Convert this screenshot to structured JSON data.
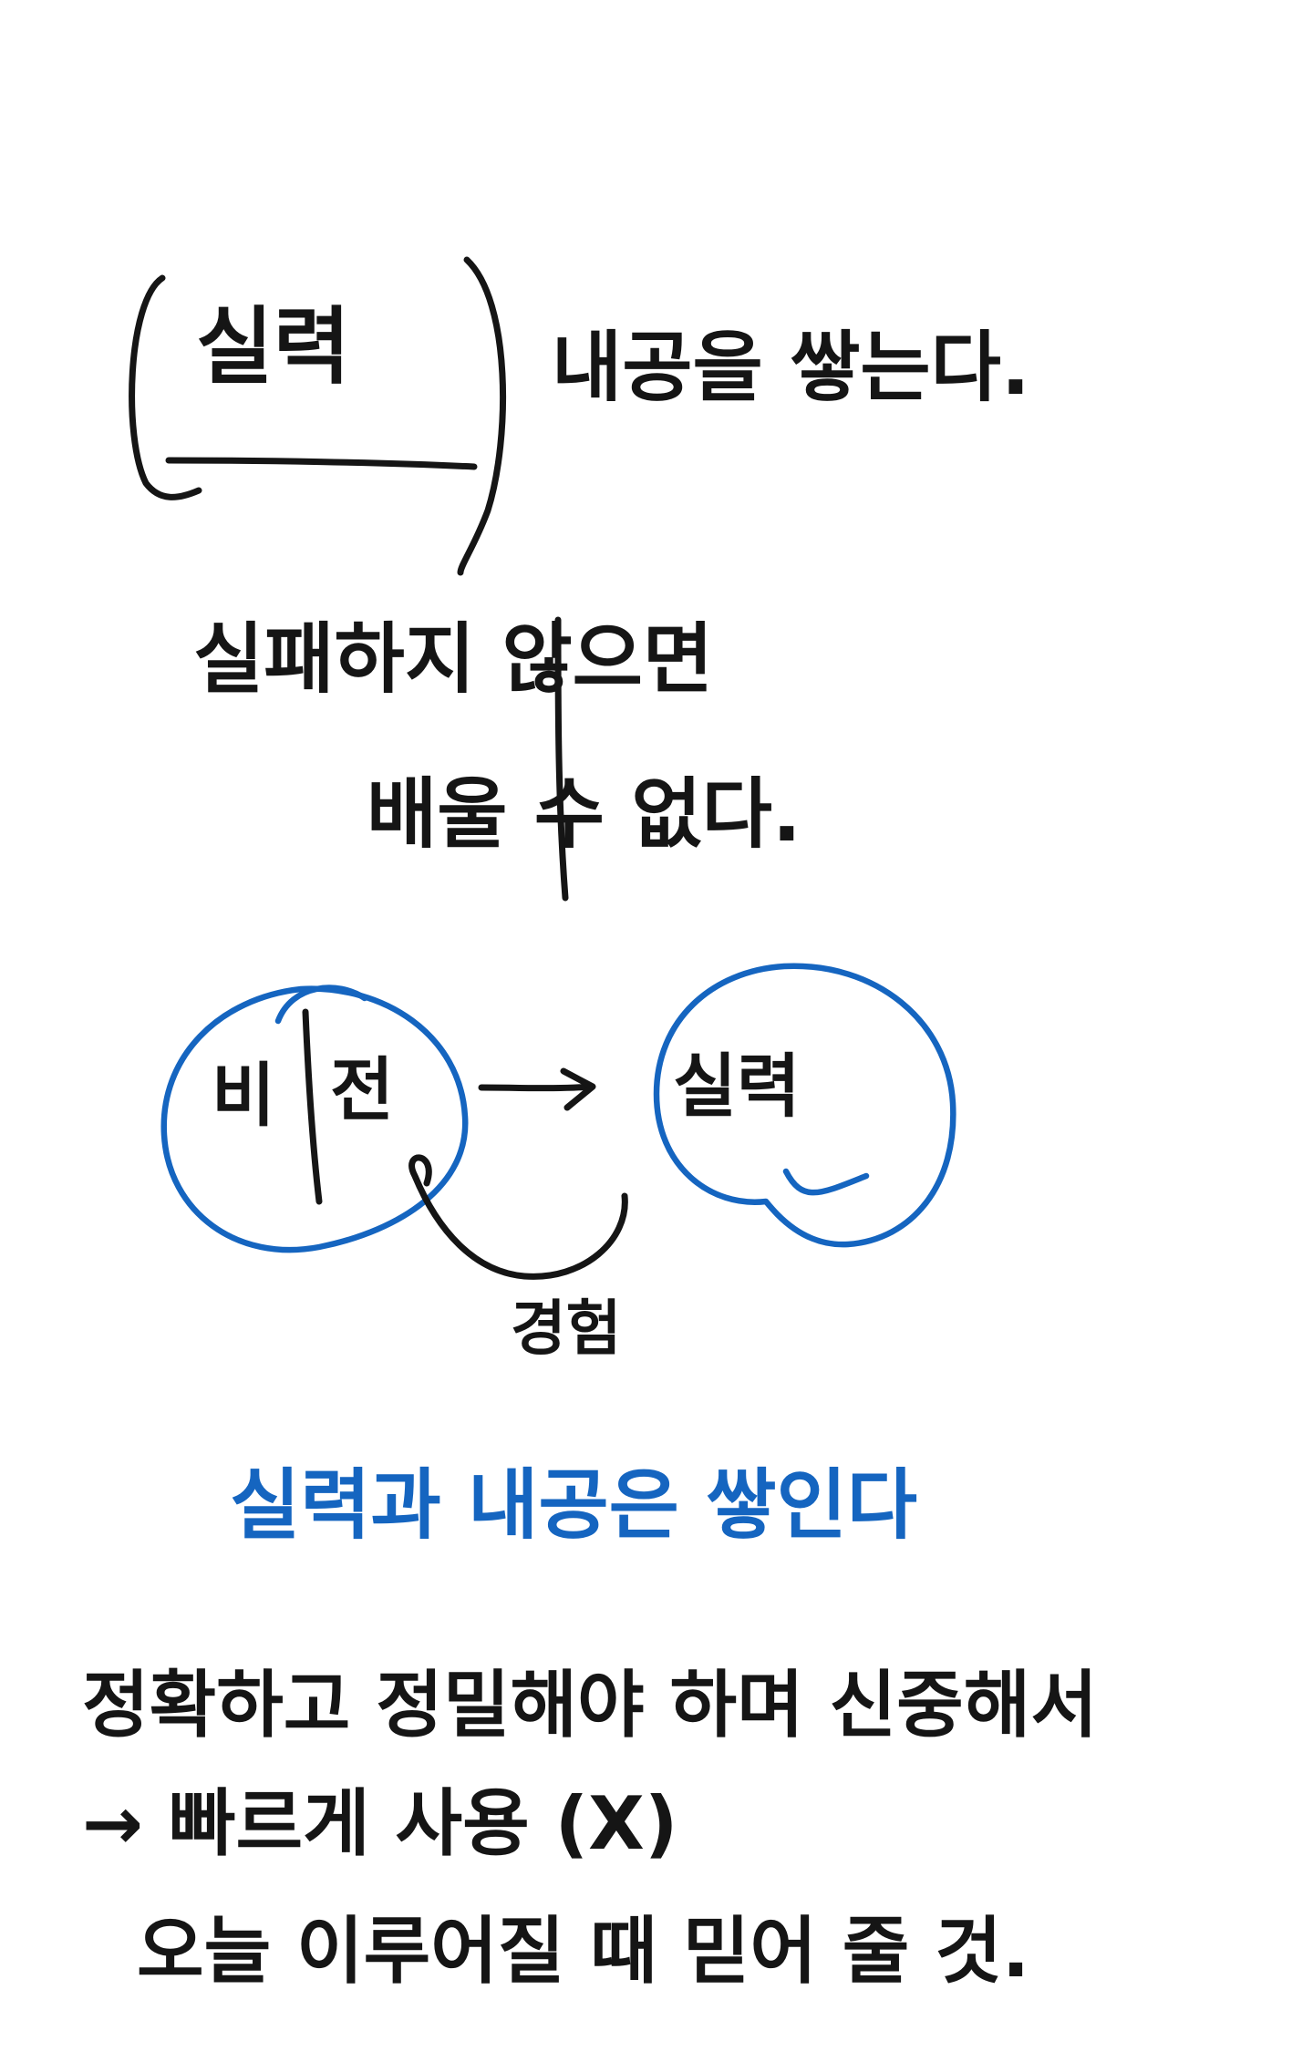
{
  "note": {
    "heading_word": "실력",
    "heading_suffix": "내공을 쌓는다.",
    "line2": "실패하지 않으면",
    "line3": "배울 수 없다.",
    "diagram": {
      "left_circle_text_a": "비",
      "left_circle_text_b": "전",
      "right_circle_text": "실력",
      "loop_label": "경험"
    },
    "blue_line": "실력과 내공은 쌓인다",
    "bottom_line1": "정확하고 정밀해야 하며 신중해서",
    "bottom_line2": "→ 빠르게 사용 (X)",
    "bottom_line3": "오늘 이루어질 때 믿어 줄 것."
  },
  "colors": {
    "ink": "#151515",
    "blue_pen": "#1565c0",
    "paper": "#ffffff"
  }
}
